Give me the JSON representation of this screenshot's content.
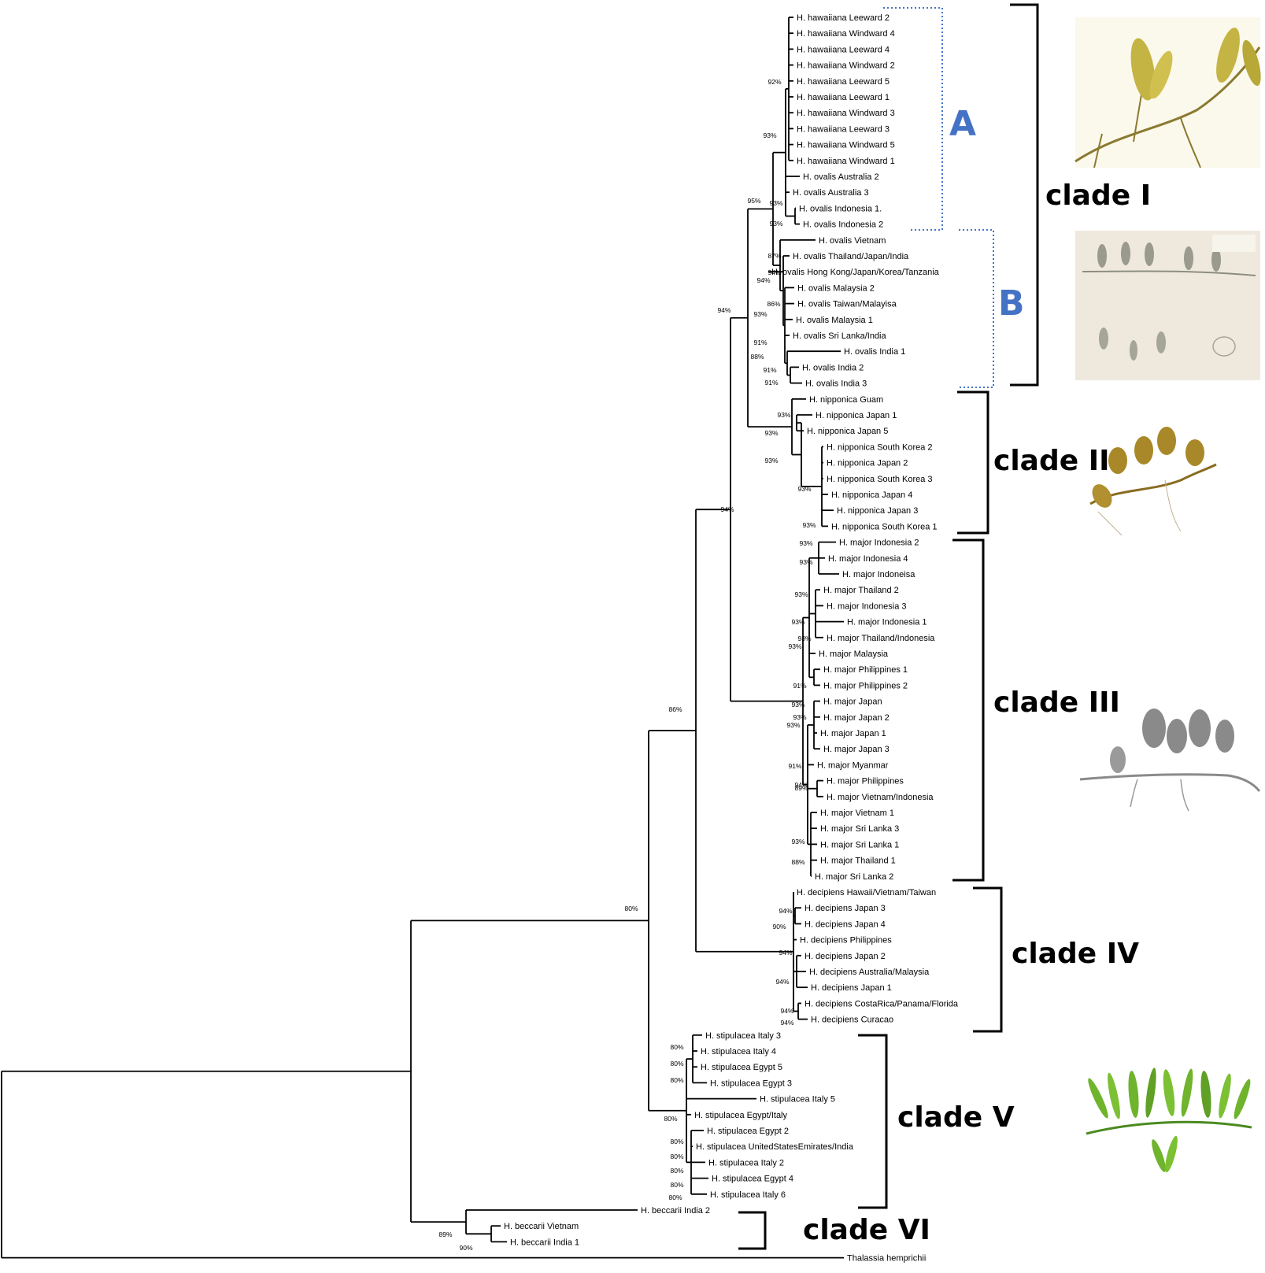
{
  "taxa": [
    "H. hawaiiana Leeward 2",
    "H. hawaiiana Windward 4",
    "H. hawaiiana Leeward 4",
    "H. hawaiiana Windward 2",
    "H. hawaiiana Leeward 5",
    "H. hawaiiana Leeward 1",
    "H. hawaiiana Windward 3",
    "H. hawaiiana Leeward 3",
    "H. hawaiiana Windward 5",
    "H. hawaiiana Windward 1",
    "H. ovalis Australia 2",
    "H. ovalis Australia 3",
    "H. ovalis Indonesia 1.",
    "H. ovalis Indonesia 2",
    "H. ovalis Vietnam",
    "H. ovalis Thailand/Japan/India",
    "H. ovalis Hong Kong/Japan/Korea/Tanzania",
    "H. ovalis Malaysia 2",
    "H. ovalis Taiwan/Malayisa",
    "H. ovalis Malaysia 1",
    "H. ovalis Sri Lanka/India",
    "H. ovalis India 1",
    "H. ovalis India 2",
    "H. ovalis India 3",
    "H. nipponica Guam",
    "H. nipponica Japan 1",
    "H. nipponica Japan 5",
    "H. nipponica South Korea 2",
    "H. nipponica Japan 2",
    "H. nipponica South Korea 3",
    "H. nipponica Japan 4",
    "H. nipponica Japan 3",
    "H. nipponica South Korea 1",
    "H. major Indonesia 2",
    "H. major Indonesia 4",
    "H. major Indoneisa",
    "H. major Thailand 2",
    "H. major Indonesia 3",
    "H. major Indonesia 1",
    "H. major Thailand/Indonesia",
    "H. major Malaysia",
    "H. major Philippines 1",
    "H. major Philippines 2",
    "H. major Japan",
    "H. major Japan 2",
    "H. major Japan 1",
    "H. major Japan 3",
    "H. major Myanmar",
    "H. major Philippines",
    "H. major Vietnam/Indonesia",
    "H. major Vietnam 1",
    "H. major Sri Lanka 3",
    "H. major Sri Lanka 1",
    "H. major Thailand 1",
    "H. major Sri Lanka 2",
    "H. decipiens Hawaii/Vietnam/Taiwan",
    "H. decipiens Japan 3",
    "H. decipiens Japan 4",
    "H. decipiens Philippines",
    "H. decipiens Japan 2",
    "H. decipiens Australia/Malaysia",
    "H. decipiens Japan 1",
    "H. decipiens CostaRica/Panama/Florida",
    "H. decipiens Curacao",
    "H. stipulacea Italy 3",
    "H. stipulacea Italy 4",
    "H. stipulacea Egypt 5",
    "H. stipulacea Egypt 3",
    "H. stipulacea Italy 5",
    "H. stipulacea Egypt/Italy",
    "H. stipulacea Egypt 2",
    "H. stipulacea UnitedStatesEmirates/India",
    "H. stipulacea Italy 2",
    "H. stipulacea Egypt 4",
    "H. stipulacea Italy 6",
    "H. beccarii India 2",
    "H. beccarii Vietnam",
    "H. beccarii India 1",
    "Thalassia hemprichii"
  ],
  "node_labels": [
    "92%",
    "93%",
    "95%",
    "93%",
    "93%",
    "87%",
    "94%",
    "94%",
    "86%",
    "93%",
    "91%",
    "88%",
    "91%",
    "91%",
    "94%",
    "93%",
    "93%",
    "93%",
    "93%",
    "93%",
    "94%",
    "93%",
    "93%",
    "93%",
    "93%",
    "93%",
    "93%",
    "91%",
    "93%",
    "93%",
    "93%",
    "91%",
    "94%",
    "89%",
    "93%",
    "88%",
    "80%",
    "94%",
    "90%",
    "94%",
    "94%",
    "94%",
    "94%",
    "80%",
    "80%",
    "80%",
    "80%",
    "80%",
    "80%",
    "80%",
    "80%",
    "80%",
    "86%",
    "89%",
    "90%"
  ],
  "clades": {
    "clade1": "clade I",
    "clade2": "clade II",
    "clade3": "clade III",
    "clade4": "clade IV",
    "clade5": "clade V",
    "clade6": "clade VI",
    "subA": "A",
    "subB": "B"
  },
  "images": {
    "img1": {
      "name": "clade-I-specimen-photo",
      "bg": "#fbf8ec",
      "leaf": "#c4b443"
    },
    "img2": {
      "name": "clade-I-herbarium-sheet",
      "bg": "#efe9dd",
      "leaf": "#8d8d82"
    },
    "img3": {
      "name": "clade-II-specimen-photo",
      "bg": "#ffffff",
      "leaf": "#a88828"
    },
    "img4": {
      "name": "clade-III-specimen-photo",
      "bg": "#ffffff",
      "leaf": "#8a8a8a"
    },
    "img5": {
      "name": "clade-V-specimen-photo",
      "bg": "#ffffff",
      "leaf": "#6fb42c"
    }
  }
}
